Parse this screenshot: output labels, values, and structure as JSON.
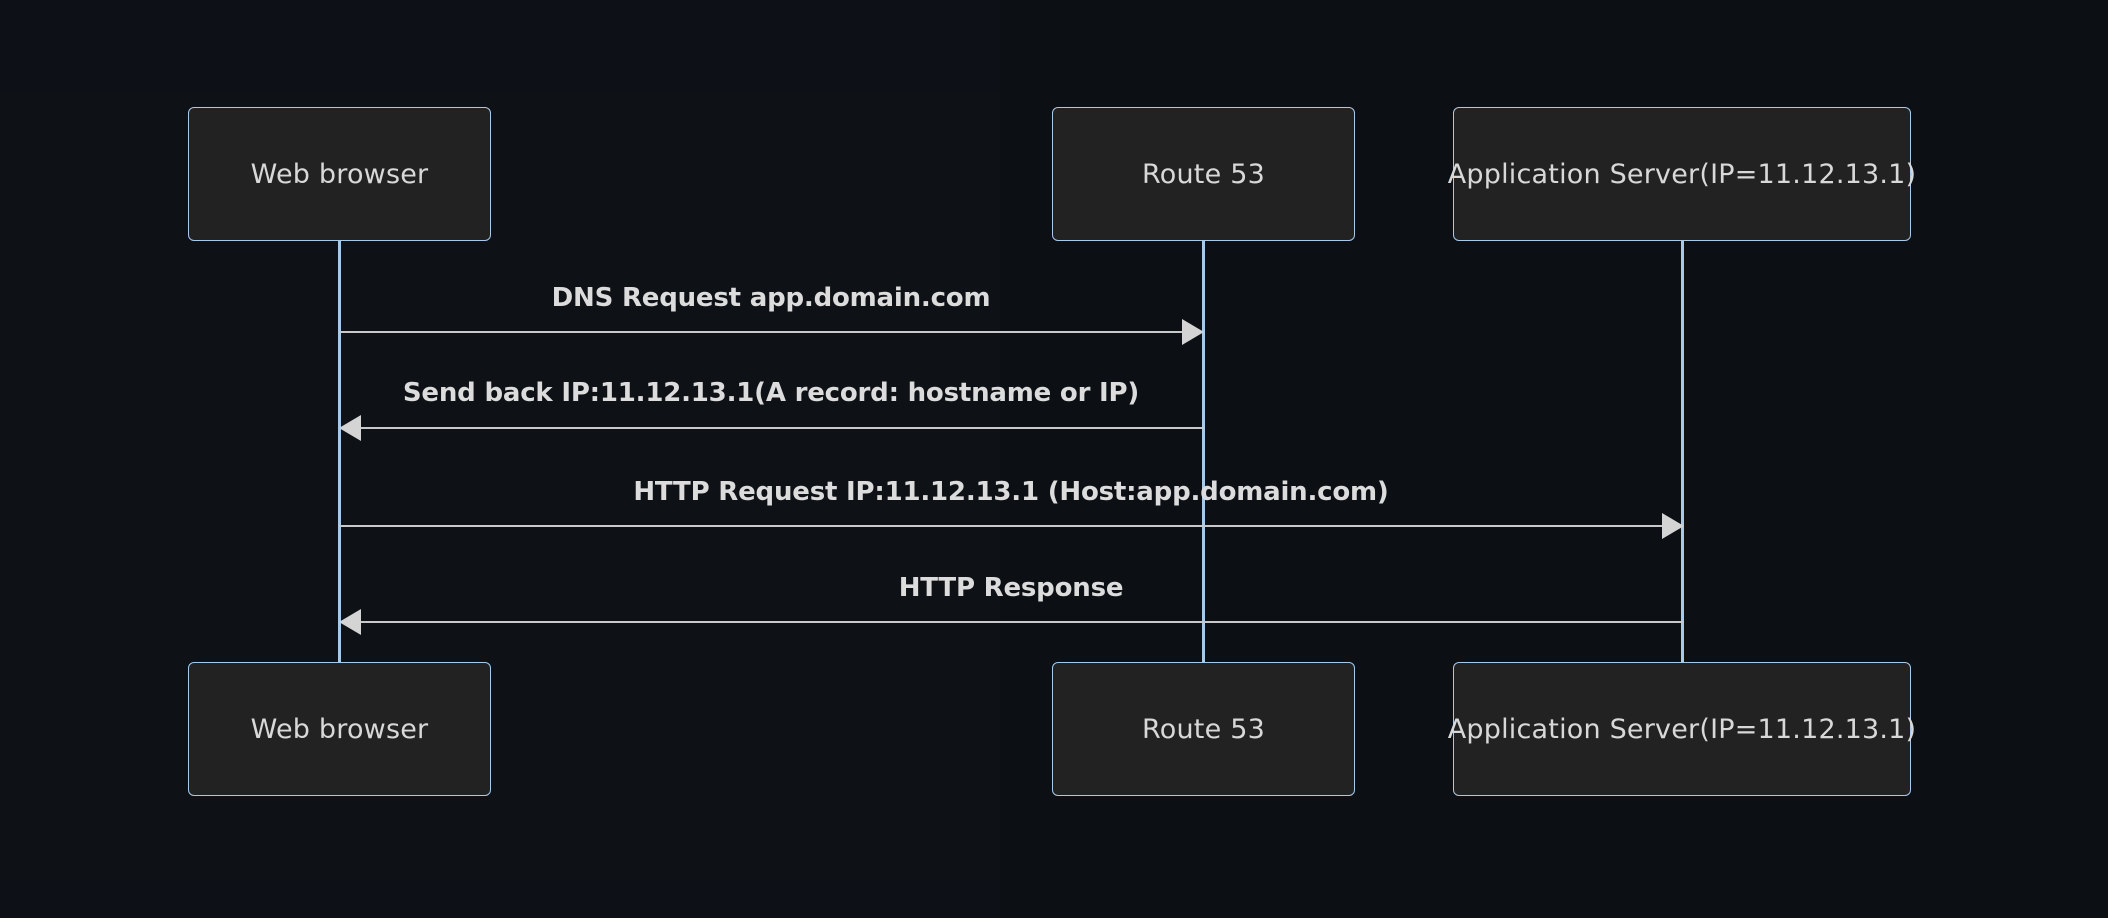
{
  "diagram": {
    "type": "sequence-diagram",
    "title": "DNS resolution and HTTP request sequence",
    "colors": {
      "background": "#0d1117",
      "box_fill": "#222222",
      "box_border": "#a9c9e9",
      "lifeline": "#a9c9e9",
      "message_line": "#c9c9c9",
      "text": "#d8d8d8"
    }
  },
  "participants": [
    {
      "id": "browser",
      "label": "Web browser"
    },
    {
      "id": "route53",
      "label": "Route 53"
    },
    {
      "id": "appserver",
      "label": "Application Server(IP=11.12.13.1)"
    }
  ],
  "participants_bottom": [
    {
      "id": "browser",
      "label": "Web browser"
    },
    {
      "id": "route53",
      "label": "Route 53"
    },
    {
      "id": "appserver",
      "label": "Application Server(IP=11.12.13.1)"
    }
  ],
  "messages": [
    {
      "index": 1,
      "from": "browser",
      "to": "route53",
      "direction": "right",
      "label": "DNS Request app.domain.com"
    },
    {
      "index": 2,
      "from": "route53",
      "to": "browser",
      "direction": "left",
      "label": "Send back IP:11.12.13.1(A record: hostname or IP)"
    },
    {
      "index": 3,
      "from": "browser",
      "to": "appserver",
      "direction": "right",
      "label": "HTTP Request IP:11.12.13.1 (Host:app.domain.com)"
    },
    {
      "index": 4,
      "from": "appserver",
      "to": "browser",
      "direction": "left",
      "label": "HTTP Response"
    }
  ]
}
